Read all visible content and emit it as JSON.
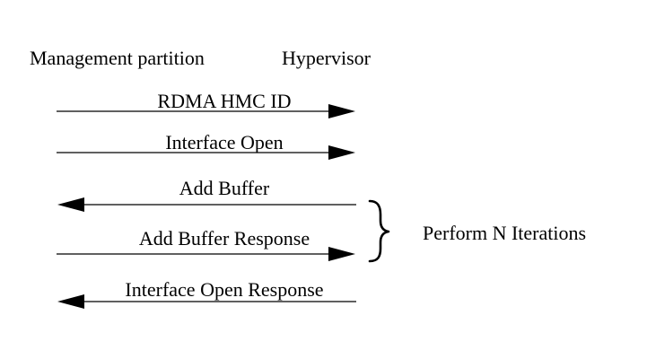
{
  "participants": {
    "left": "Management partition",
    "right": "Hypervisor"
  },
  "messages": [
    {
      "label": "RDMA HMC ID",
      "direction": "right"
    },
    {
      "label": "Interface Open",
      "direction": "right"
    },
    {
      "label": "Add Buffer",
      "direction": "left"
    },
    {
      "label": "Add Buffer Response",
      "direction": "right"
    },
    {
      "label": "Interface Open Response",
      "direction": "left"
    }
  ],
  "loop": {
    "label": "Perform N Iterations"
  },
  "colors": {
    "line": "#000000",
    "background": "#ffffff"
  }
}
